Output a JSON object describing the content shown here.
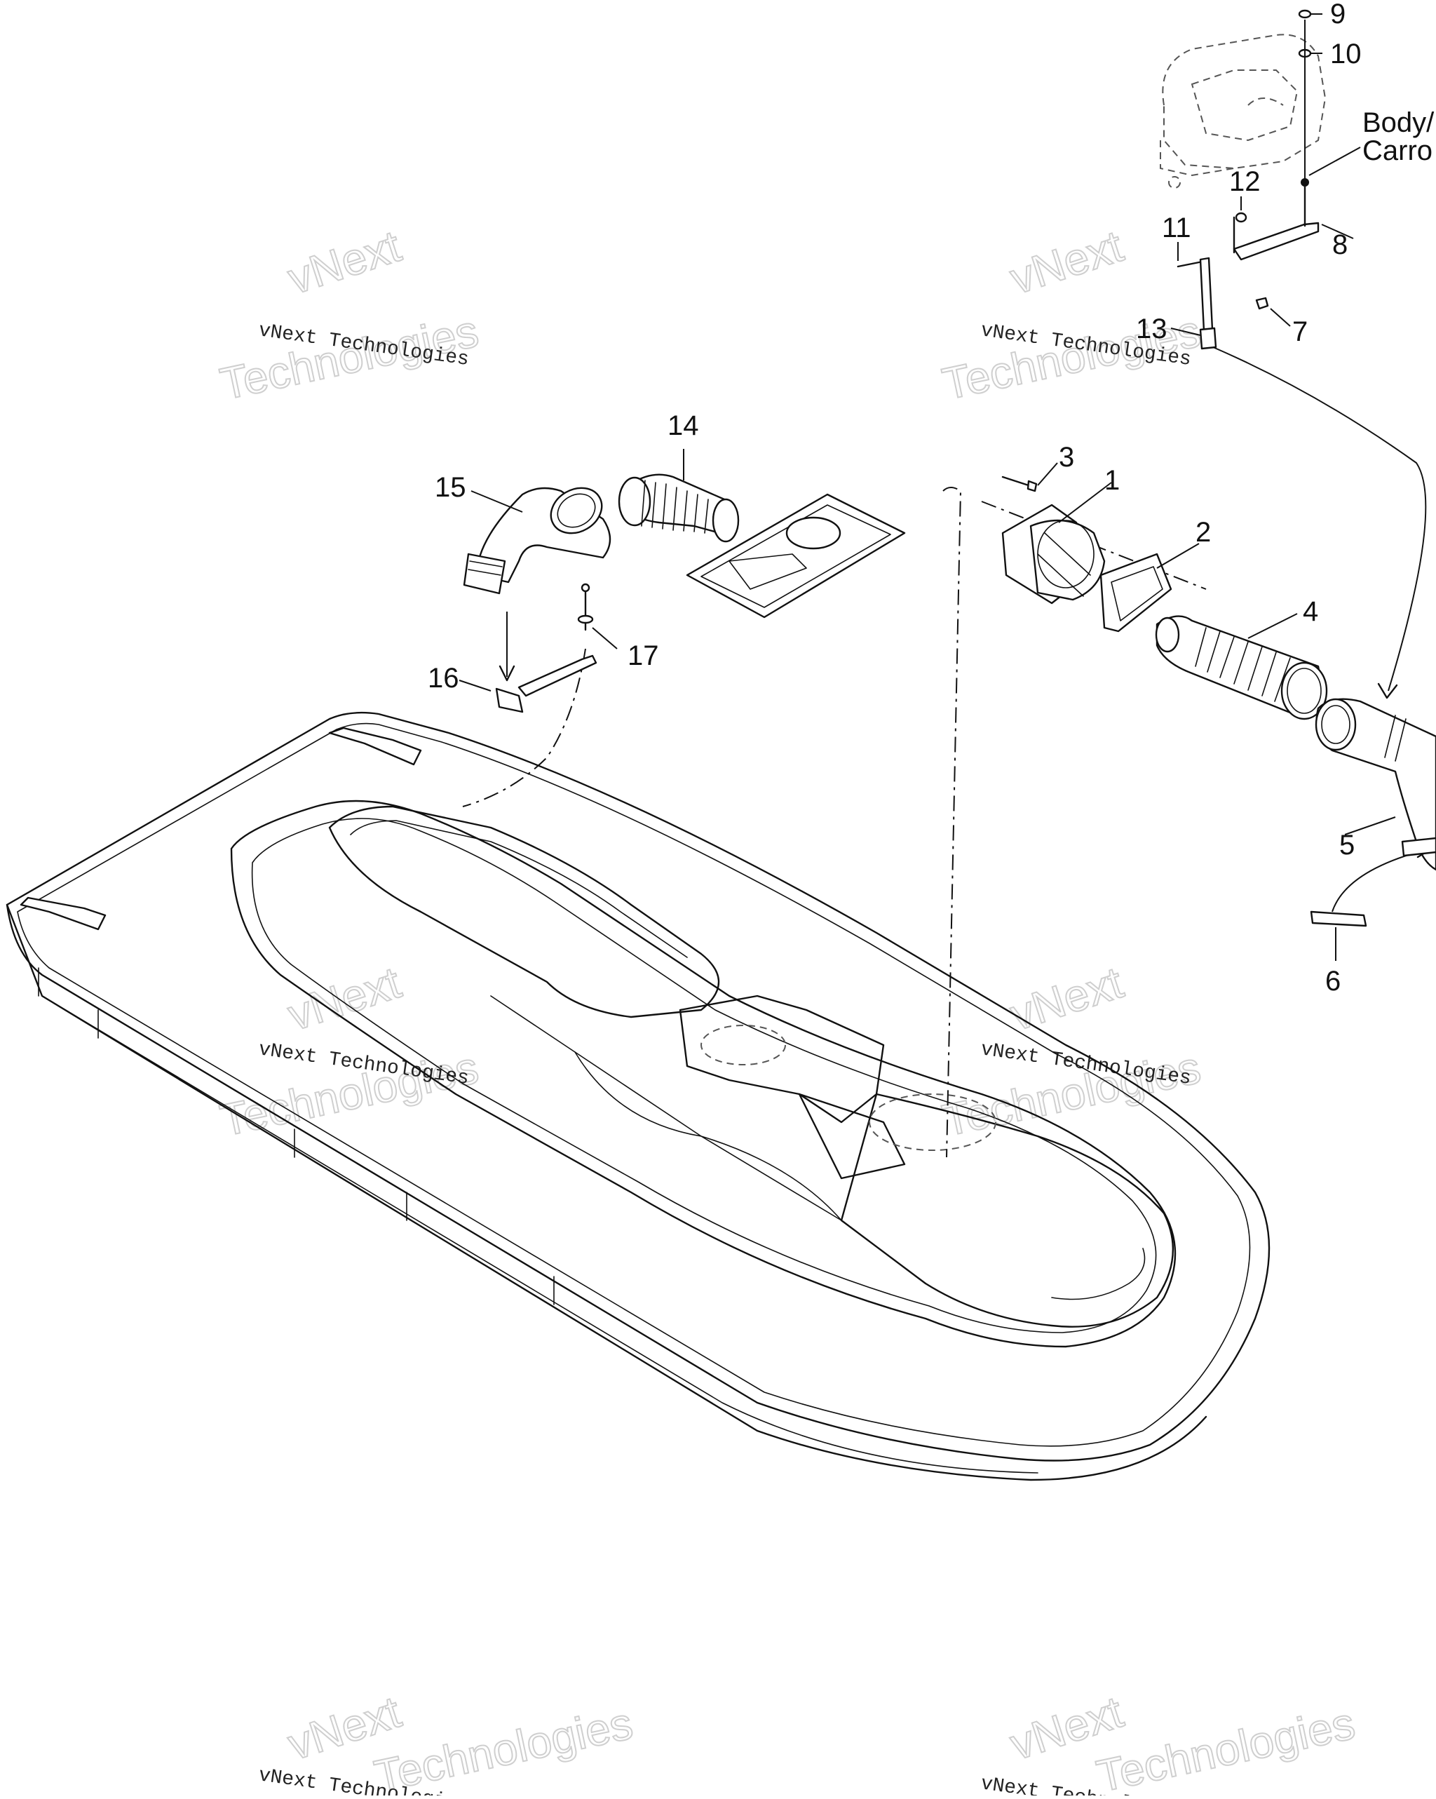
{
  "diagram": {
    "callouts": [
      "1",
      "2",
      "3",
      "4",
      "5",
      "6",
      "7",
      "8",
      "9",
      "10",
      "11",
      "12",
      "13",
      "14",
      "15",
      "16",
      "17"
    ],
    "reference_label": [
      "Body/",
      "Carro"
    ],
    "watermark": {
      "line1": "vNext Technologies",
      "line2a": "vNext",
      "line2b": "Technologies"
    }
  }
}
